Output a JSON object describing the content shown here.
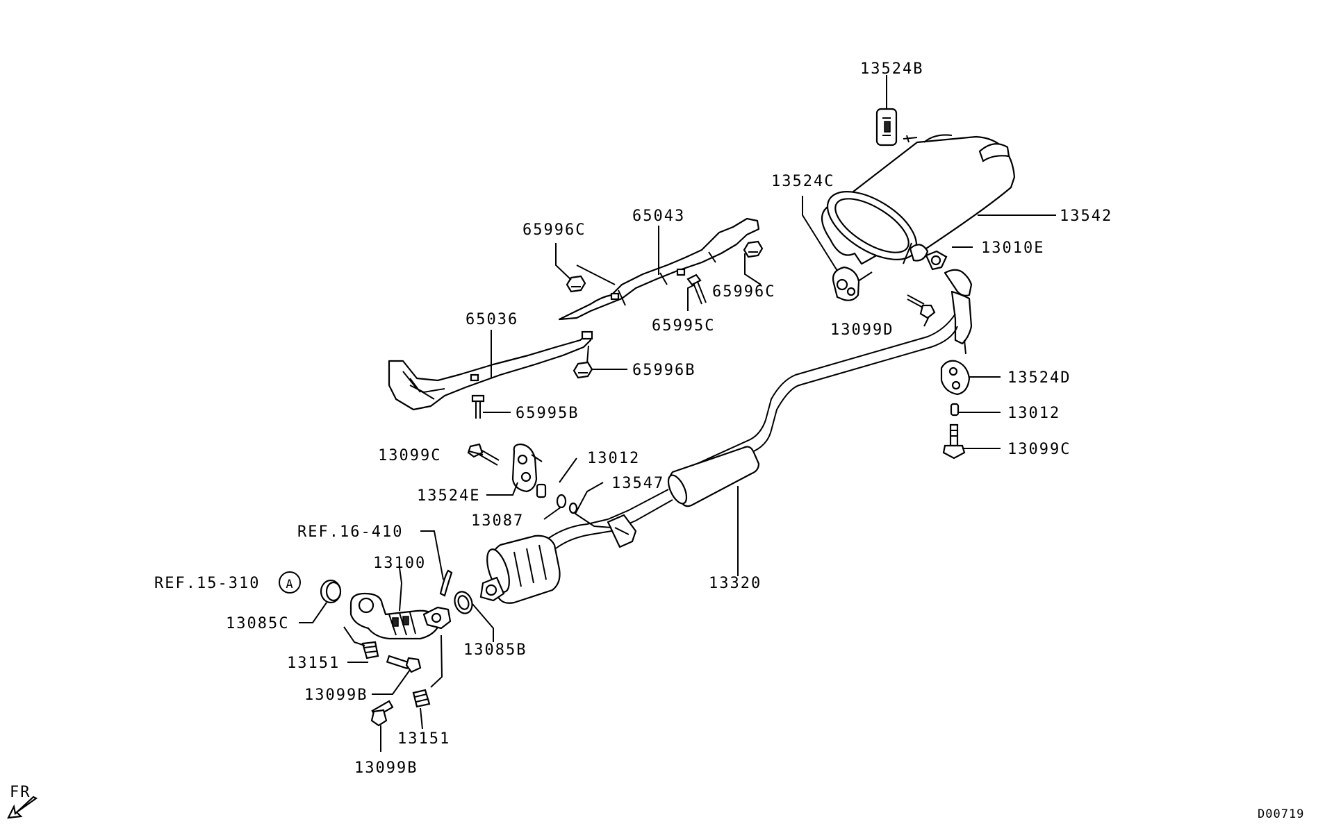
{
  "diagram_code": "D00719",
  "direction_label": "FR",
  "ref_circle_letter": "A",
  "labels": {
    "p13524B": "13524B",
    "p13542": "13542",
    "p13524C": "13524C",
    "p13010E": "13010E",
    "p13099D": "13099D",
    "p13524D": "13524D",
    "p13012_right": "13012",
    "p13099C_right": "13099C",
    "p65996C_top": "65996C",
    "p65043": "65043",
    "p65996C_right": "65996C",
    "p65995C": "65995C",
    "p65036": "65036",
    "p65996B": "65996B",
    "p65995B": "65995B",
    "p13099C_left": "13099C",
    "p13012_left": "13012",
    "p13524E": "13524E",
    "p13547": "13547",
    "p13087": "13087",
    "ref16": "REF.16-410",
    "p13100": "13100",
    "ref15": "REF.15-310",
    "p13320": "13320",
    "p13085C": "13085C",
    "p13085B": "13085B",
    "p13151_top": "13151",
    "p13099B_top": "13099B",
    "p13151_bottom": "13151",
    "p13099B_bottom": "13099B"
  }
}
